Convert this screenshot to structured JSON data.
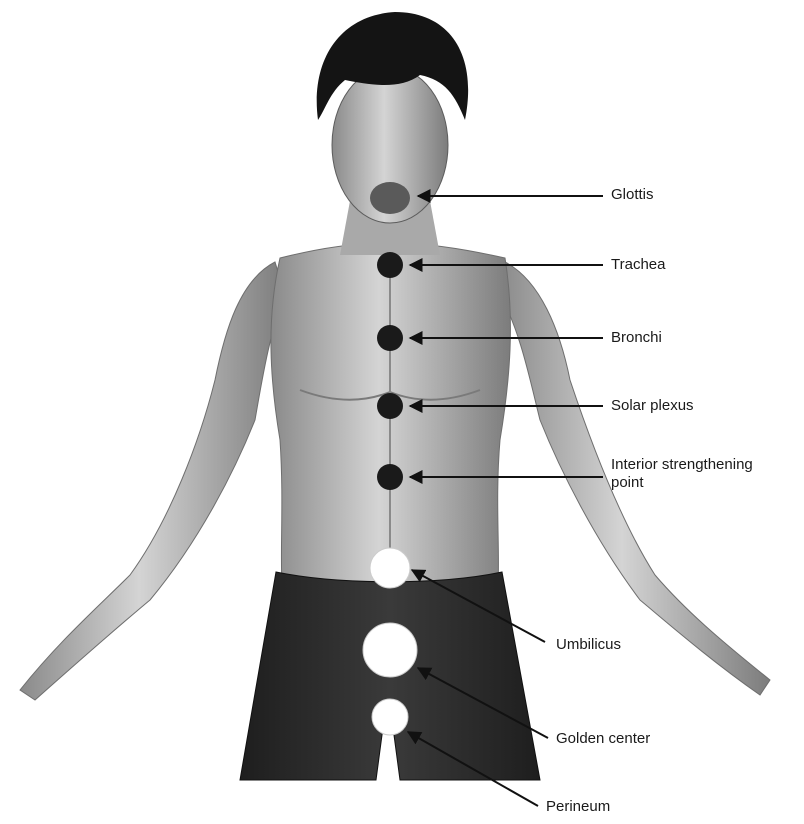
{
  "labels": {
    "glottis": "Glottis",
    "trachea": "Trachea",
    "bronchi": "Bronchi",
    "solar_plexus": "Solar plexus",
    "interior_line1": "Interior strengthening",
    "interior_line2": "point",
    "umbilicus": "Umbilicus",
    "golden_center": "Golden center",
    "perineum": "Perineum"
  },
  "colors": {
    "upper_points": "#1a1a1a",
    "lower_points": "#ffffff",
    "skin": "#b7b7b7",
    "pants": "#2c2c2c",
    "hair": "#141414"
  }
}
